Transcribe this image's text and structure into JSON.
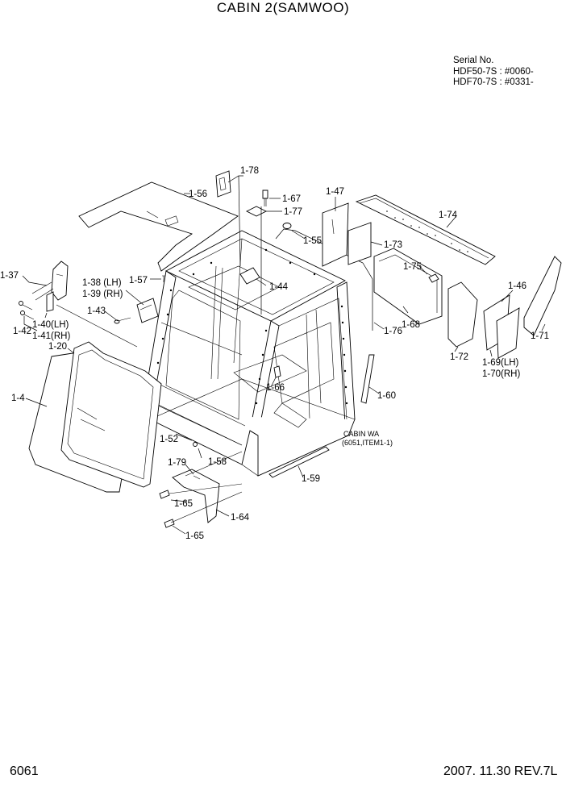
{
  "title": "CABIN 2(SAMWOO)",
  "serial": {
    "heading": "Serial No.",
    "line1": "HDF50-7S : #0060-",
    "line2": "HDF70-7S : #0331-"
  },
  "footer": {
    "page": "6061",
    "revision": "2007. 11.30 REV.7L"
  },
  "note": {
    "line1": "CABIN WA",
    "line2": "(6051,ITEM1-1)"
  },
  "callouts": {
    "c1_78": "1-78",
    "c1_56": "1-56",
    "c1_67": "1-67",
    "c1_77": "1-77",
    "c1_47": "1-47",
    "c1_74": "1-74",
    "c1_55": "1-55",
    "c1_73": "1-73",
    "c1_75": "1-75",
    "c1_37": "1-37",
    "c1_57": "1-57",
    "c1_38": "1-38 (LH)",
    "c1_39": "1-39 (RH)",
    "c1_44": "1-44",
    "c1_46": "1-46",
    "c1_43": "1-43",
    "c1_68": "1-68",
    "c1_40": "1-40(LH)",
    "c1_41": "1-41(RH)",
    "c1_42": "1-42",
    "c1_76": "1-76",
    "c1_71": "1-71",
    "c1_20": "1-20",
    "c1_72": "1-72",
    "c1_69": "1-69(LH)",
    "c1_70": "1-70(RH)",
    "c1_66": "1-66",
    "c1_60": "1-60",
    "c1_4": "1-4",
    "c1_52": "1-52",
    "c1_58": "1-58",
    "c1_79": "1-79",
    "c1_59": "1-59",
    "c1_65a": "1-65",
    "c1_64": "1-64",
    "c1_65b": "1-65"
  }
}
